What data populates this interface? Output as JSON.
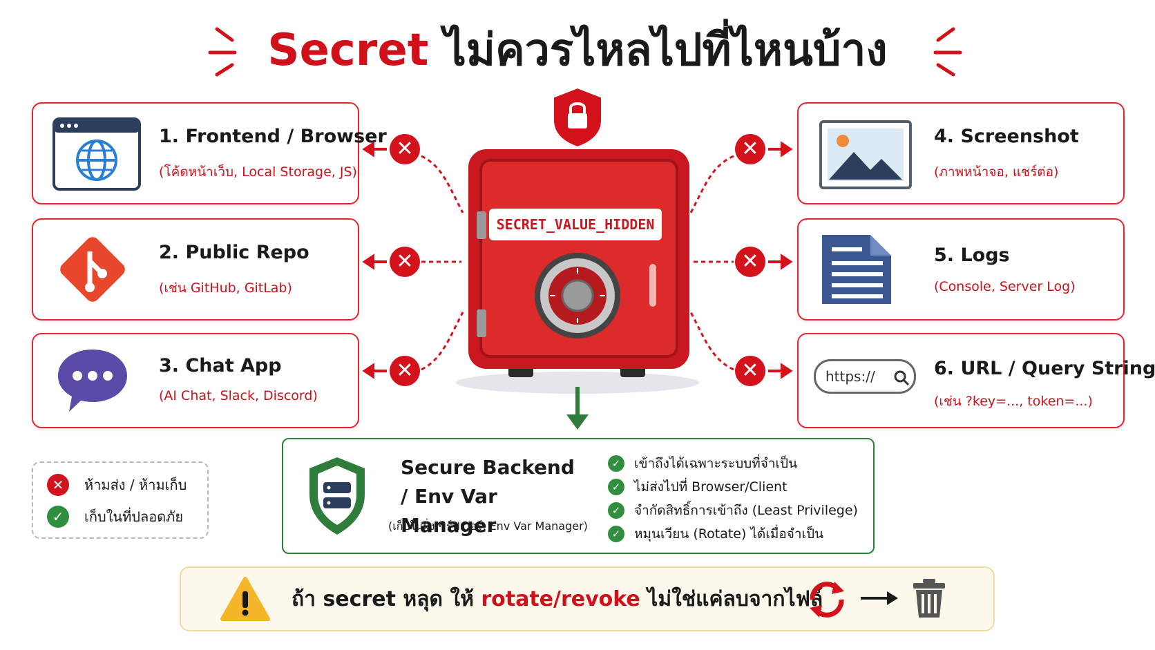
{
  "title": {
    "red_part": "Secret",
    "black_part": "ไม่ควรไหลไปที่ไหนบ้าง"
  },
  "vault": {
    "label": "SECRET_VALUE_HIDDEN"
  },
  "destinations": [
    {
      "title": "1. Frontend / Browser",
      "subtitle": "(โค้ดหน้าเว็บ, Local Storage, JS)",
      "icon": "browser-globe-icon"
    },
    {
      "title": "2. Public Repo",
      "subtitle": "(เช่น GitHub, GitLab)",
      "icon": "git-icon"
    },
    {
      "title": "3. Chat App",
      "subtitle": "(AI Chat, Slack, Discord)",
      "icon": "chat-bubble-icon"
    },
    {
      "title": "4. Screenshot",
      "subtitle": "(ภาพหน้าจอ, แชร์ต่อ)",
      "icon": "image-icon"
    },
    {
      "title": "5. Logs",
      "subtitle": "(Console, Server Log)",
      "icon": "document-icon"
    },
    {
      "title": "6. URL / Query String",
      "subtitle": "(เช่น ?key=..., token=...)",
      "icon": "url-bar-icon",
      "url_text": "https://"
    }
  ],
  "legend": [
    {
      "text": "ห้ามส่ง / ห้ามเก็บ",
      "type": "forbidden"
    },
    {
      "text": "เก็บในที่ปลอดภัย",
      "type": "safe"
    }
  ],
  "backend": {
    "title": "Secure Backend / Env Var Manager",
    "subtitle": "(เก็บในฝั่งเซิร์ฟเวอร์, Env Var Manager)",
    "checks": [
      "เข้าถึงได้เฉพาะระบบที่จำเป็น",
      "ไม่ส่งไปที่ Browser/Client",
      "จำกัดสิทธิ์การเข้าถึง (Least Privilege)",
      "หมุนเวียน (Rotate) ได้เมื่อจำเป็น"
    ]
  },
  "warning": {
    "prefix": "ถ้า secret หลุด ให้",
    "highlight": "rotate/revoke",
    "suffix": "ไม่ใช่แค่ลบจากไฟล์"
  },
  "colors": {
    "red": "#d0101a",
    "green": "#2f7d3a",
    "navy": "#2d3d5c",
    "warn_bg": "#fdf8ec"
  }
}
